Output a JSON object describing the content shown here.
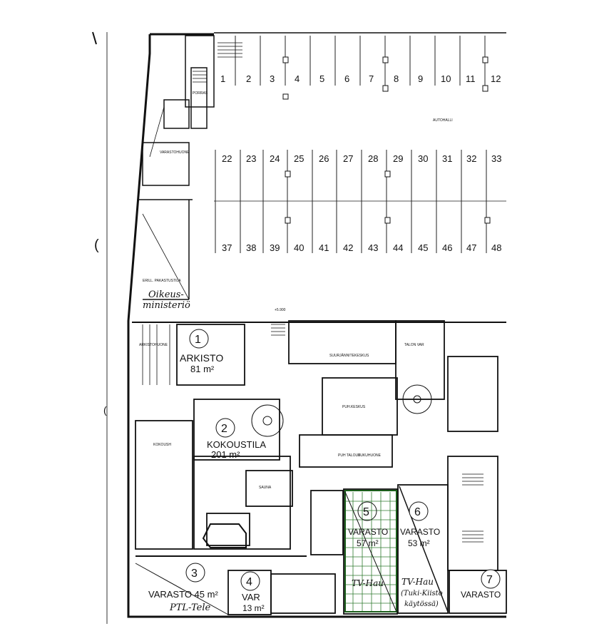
{
  "parking": {
    "top_row": [
      "1",
      "2",
      "3",
      "4",
      "5",
      "6",
      "7",
      "8",
      "9",
      "10",
      "11",
      "12"
    ],
    "mid_row": [
      "22",
      "23",
      "24",
      "25",
      "26",
      "27",
      "28",
      "29",
      "30",
      "31",
      "32",
      "33"
    ],
    "bottom_row": [
      "37",
      "38",
      "39",
      "40",
      "41",
      "42",
      "43",
      "44",
      "45",
      "46",
      "47",
      "48"
    ],
    "garage_label": "AUTOHALLI"
  },
  "rooms": {
    "r1": {
      "num": "1",
      "name": "ARKISTO",
      "area": "81 m²"
    },
    "r2": {
      "num": "2",
      "name": "KOKOUSTILA",
      "area": "201 m²"
    },
    "r3": {
      "num": "3",
      "name": "VARASTO 45 m²",
      "note": "PTL-Tele"
    },
    "r4": {
      "num": "4",
      "name": "VAR",
      "area": "13 m²"
    },
    "r5": {
      "num": "5",
      "name": "VARASTO",
      "area": "57 m²",
      "note": "TV-Hau"
    },
    "r6": {
      "num": "6",
      "name": "VARASTO",
      "area": "53 m²",
      "note1": "TV-Hau",
      "note2": "(Tuki-Kiisto",
      "note3": "käytössä)"
    },
    "r7": {
      "num": "7",
      "name": "VARASTO"
    }
  },
  "handwriting": {
    "ministry_1": "Oikeus-",
    "ministry_2": "ministeriö"
  },
  "small_labels": {
    "kokoush": "KOKOUSH",
    "suurjannite": "SUURJÄNNITEKESKUS",
    "puhelinkeskus": "PUH.KESKUS",
    "tulo": "TALON VAR",
    "sauna": "SAUNA",
    "arkisto_small": "ARKISTOHUONE",
    "erill": "ERILL. PAKASTUSTILA",
    "puhtalo": "PUH TALOUS",
    "pukuhuone": "PUKUHUONE",
    "porras": "PORRAS",
    "varasto": "VARASTOHUONE",
    "elevation": "+5.900"
  }
}
